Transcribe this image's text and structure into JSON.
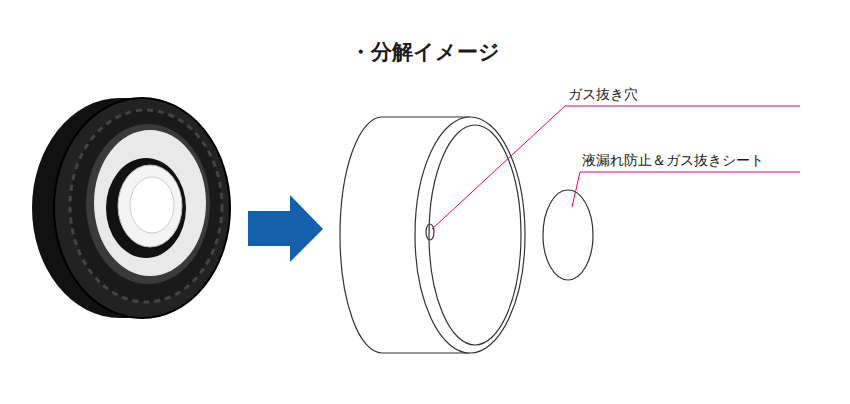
{
  "diagram": {
    "title": "・分解イメージ",
    "labels": [
      "ガス抜き穴",
      "液漏れ防止＆ガス抜きシート"
    ]
  }
}
